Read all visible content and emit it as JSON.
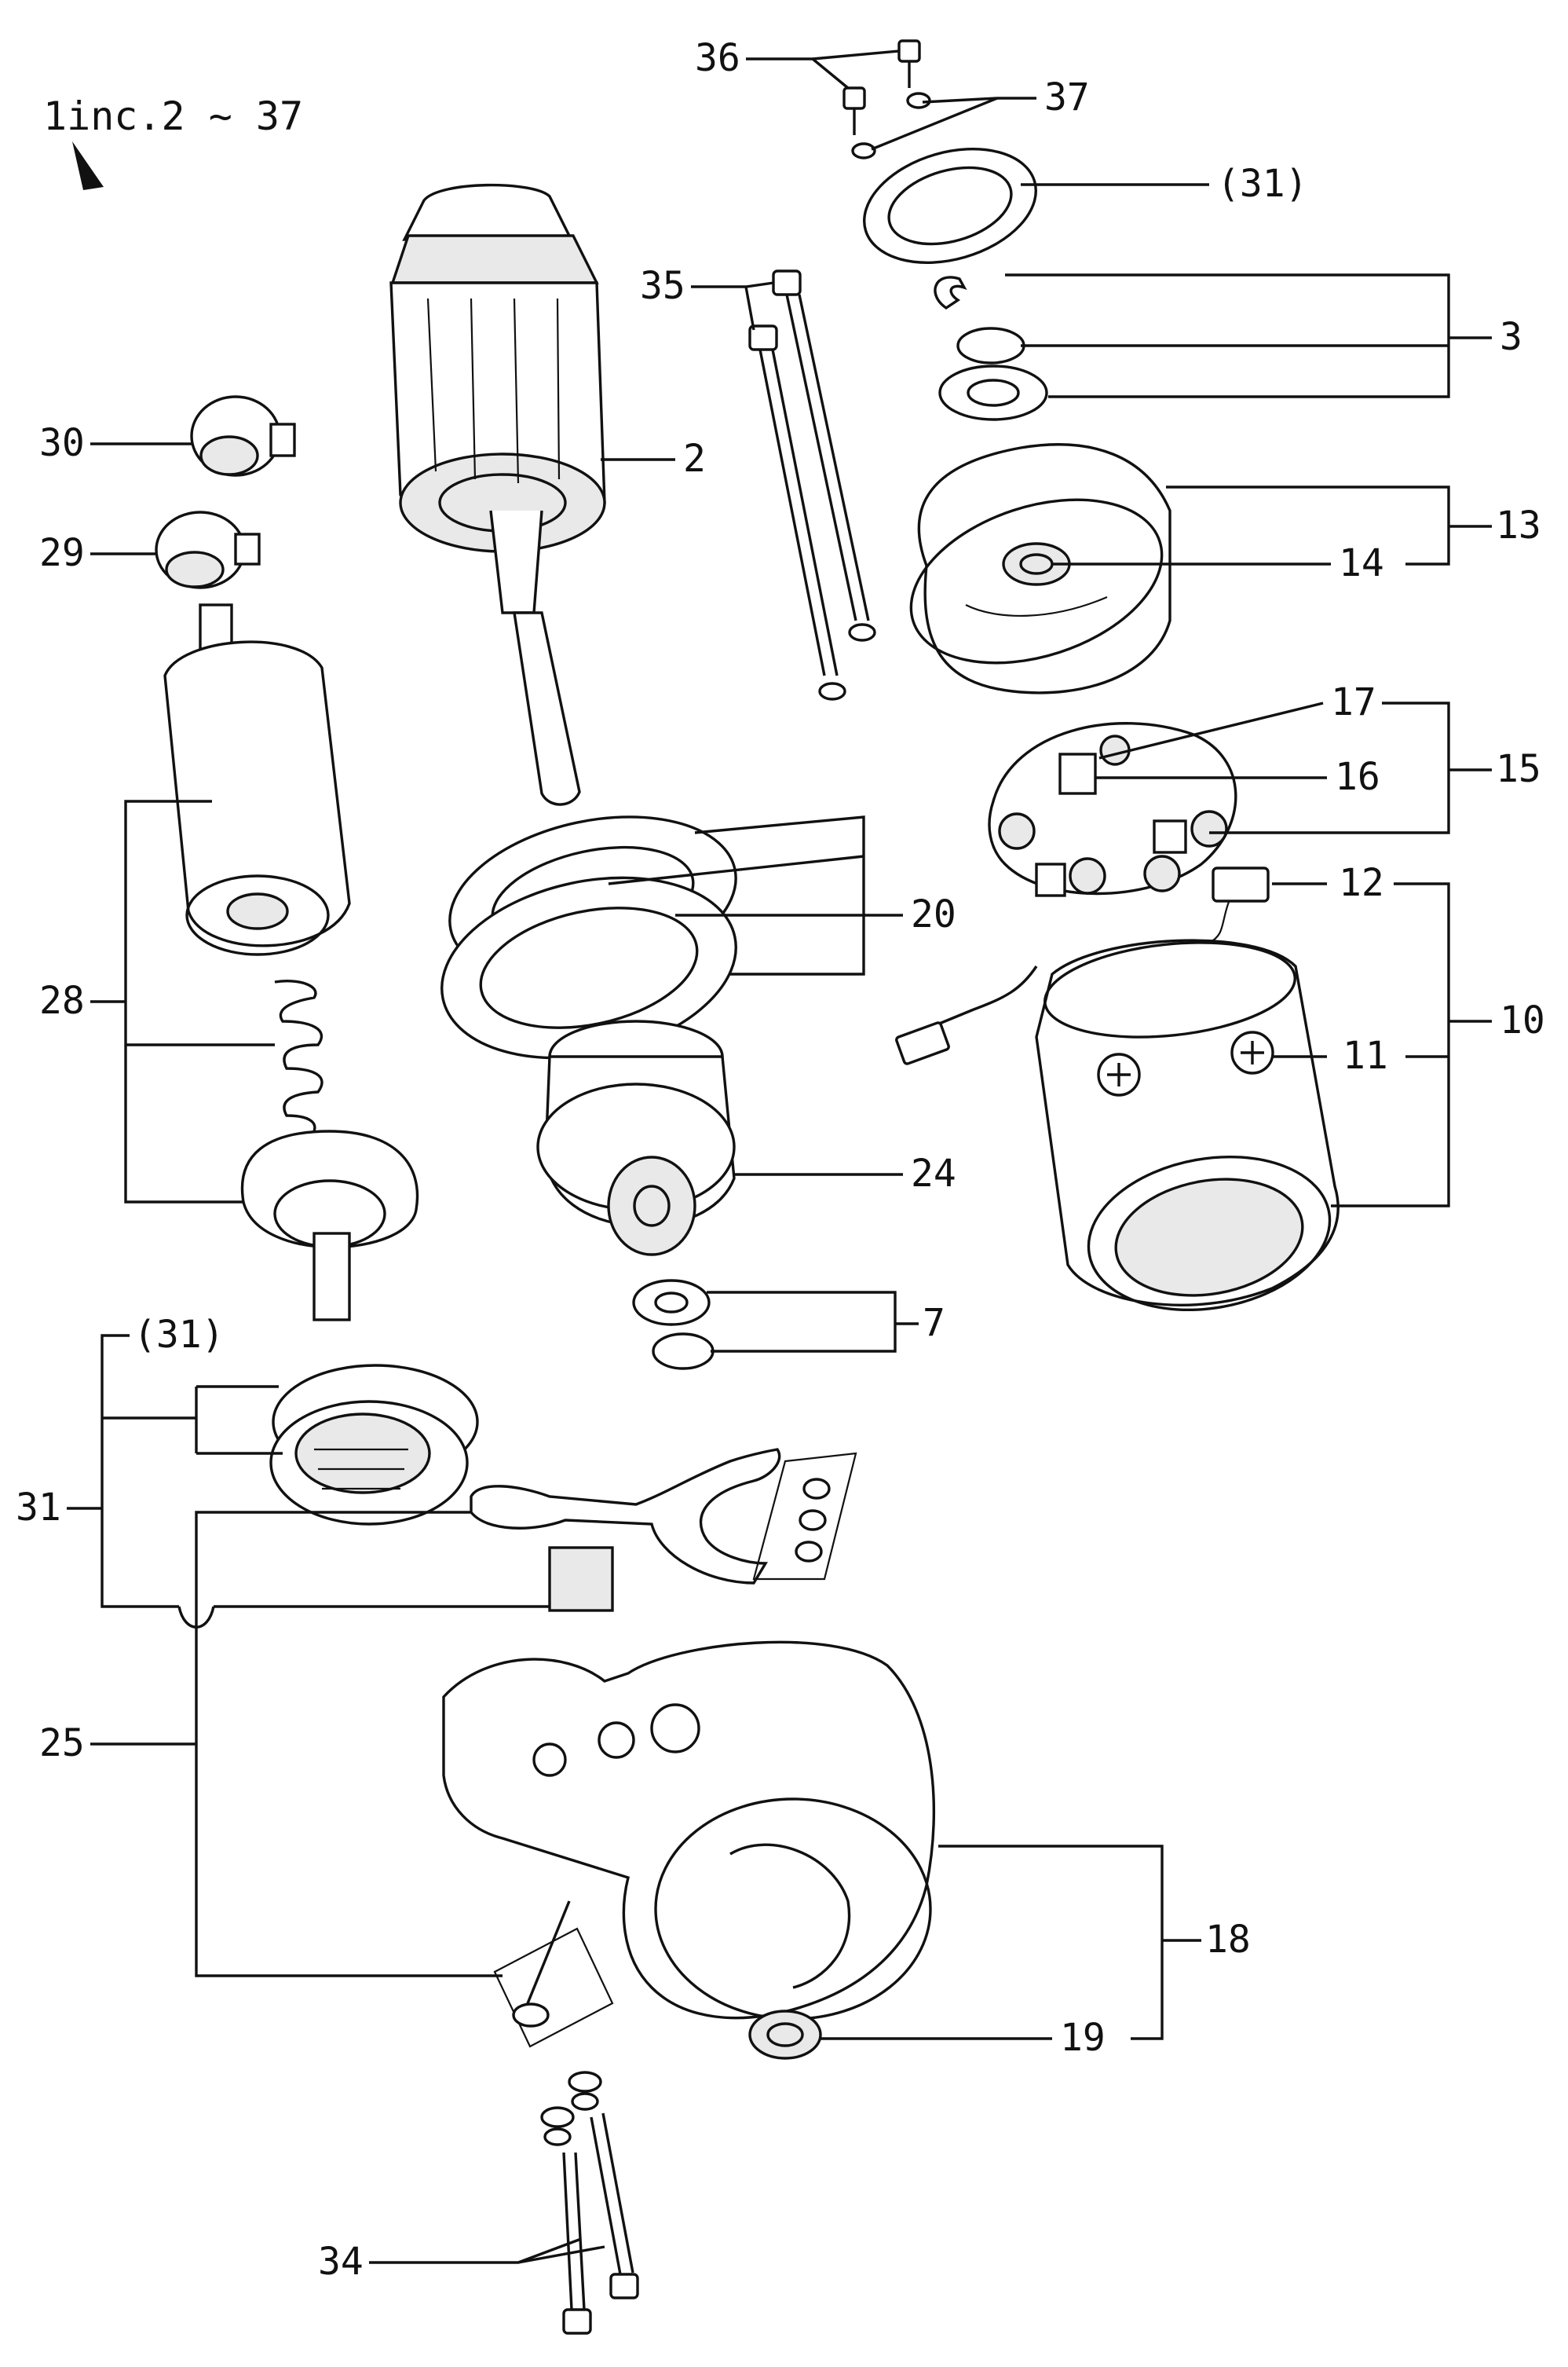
{
  "header": {
    "note": "1inc.2 ~ 37"
  },
  "callouts": {
    "c2": "2",
    "c3": "3",
    "c7": "7",
    "c10": "10",
    "c11": "11",
    "c12": "12",
    "c13": "13",
    "c14": "14",
    "c15": "15",
    "c16": "16",
    "c17": "17",
    "c18": "18",
    "c19": "19",
    "c20": "20",
    "c24": "24",
    "c25": "25",
    "c28": "28",
    "c29": "29",
    "c30": "30",
    "c31": "31",
    "c31ref_top": "(31)",
    "c31ref_left": "(31)",
    "c34": "34",
    "c35": "35",
    "c36": "36",
    "c37": "37"
  }
}
